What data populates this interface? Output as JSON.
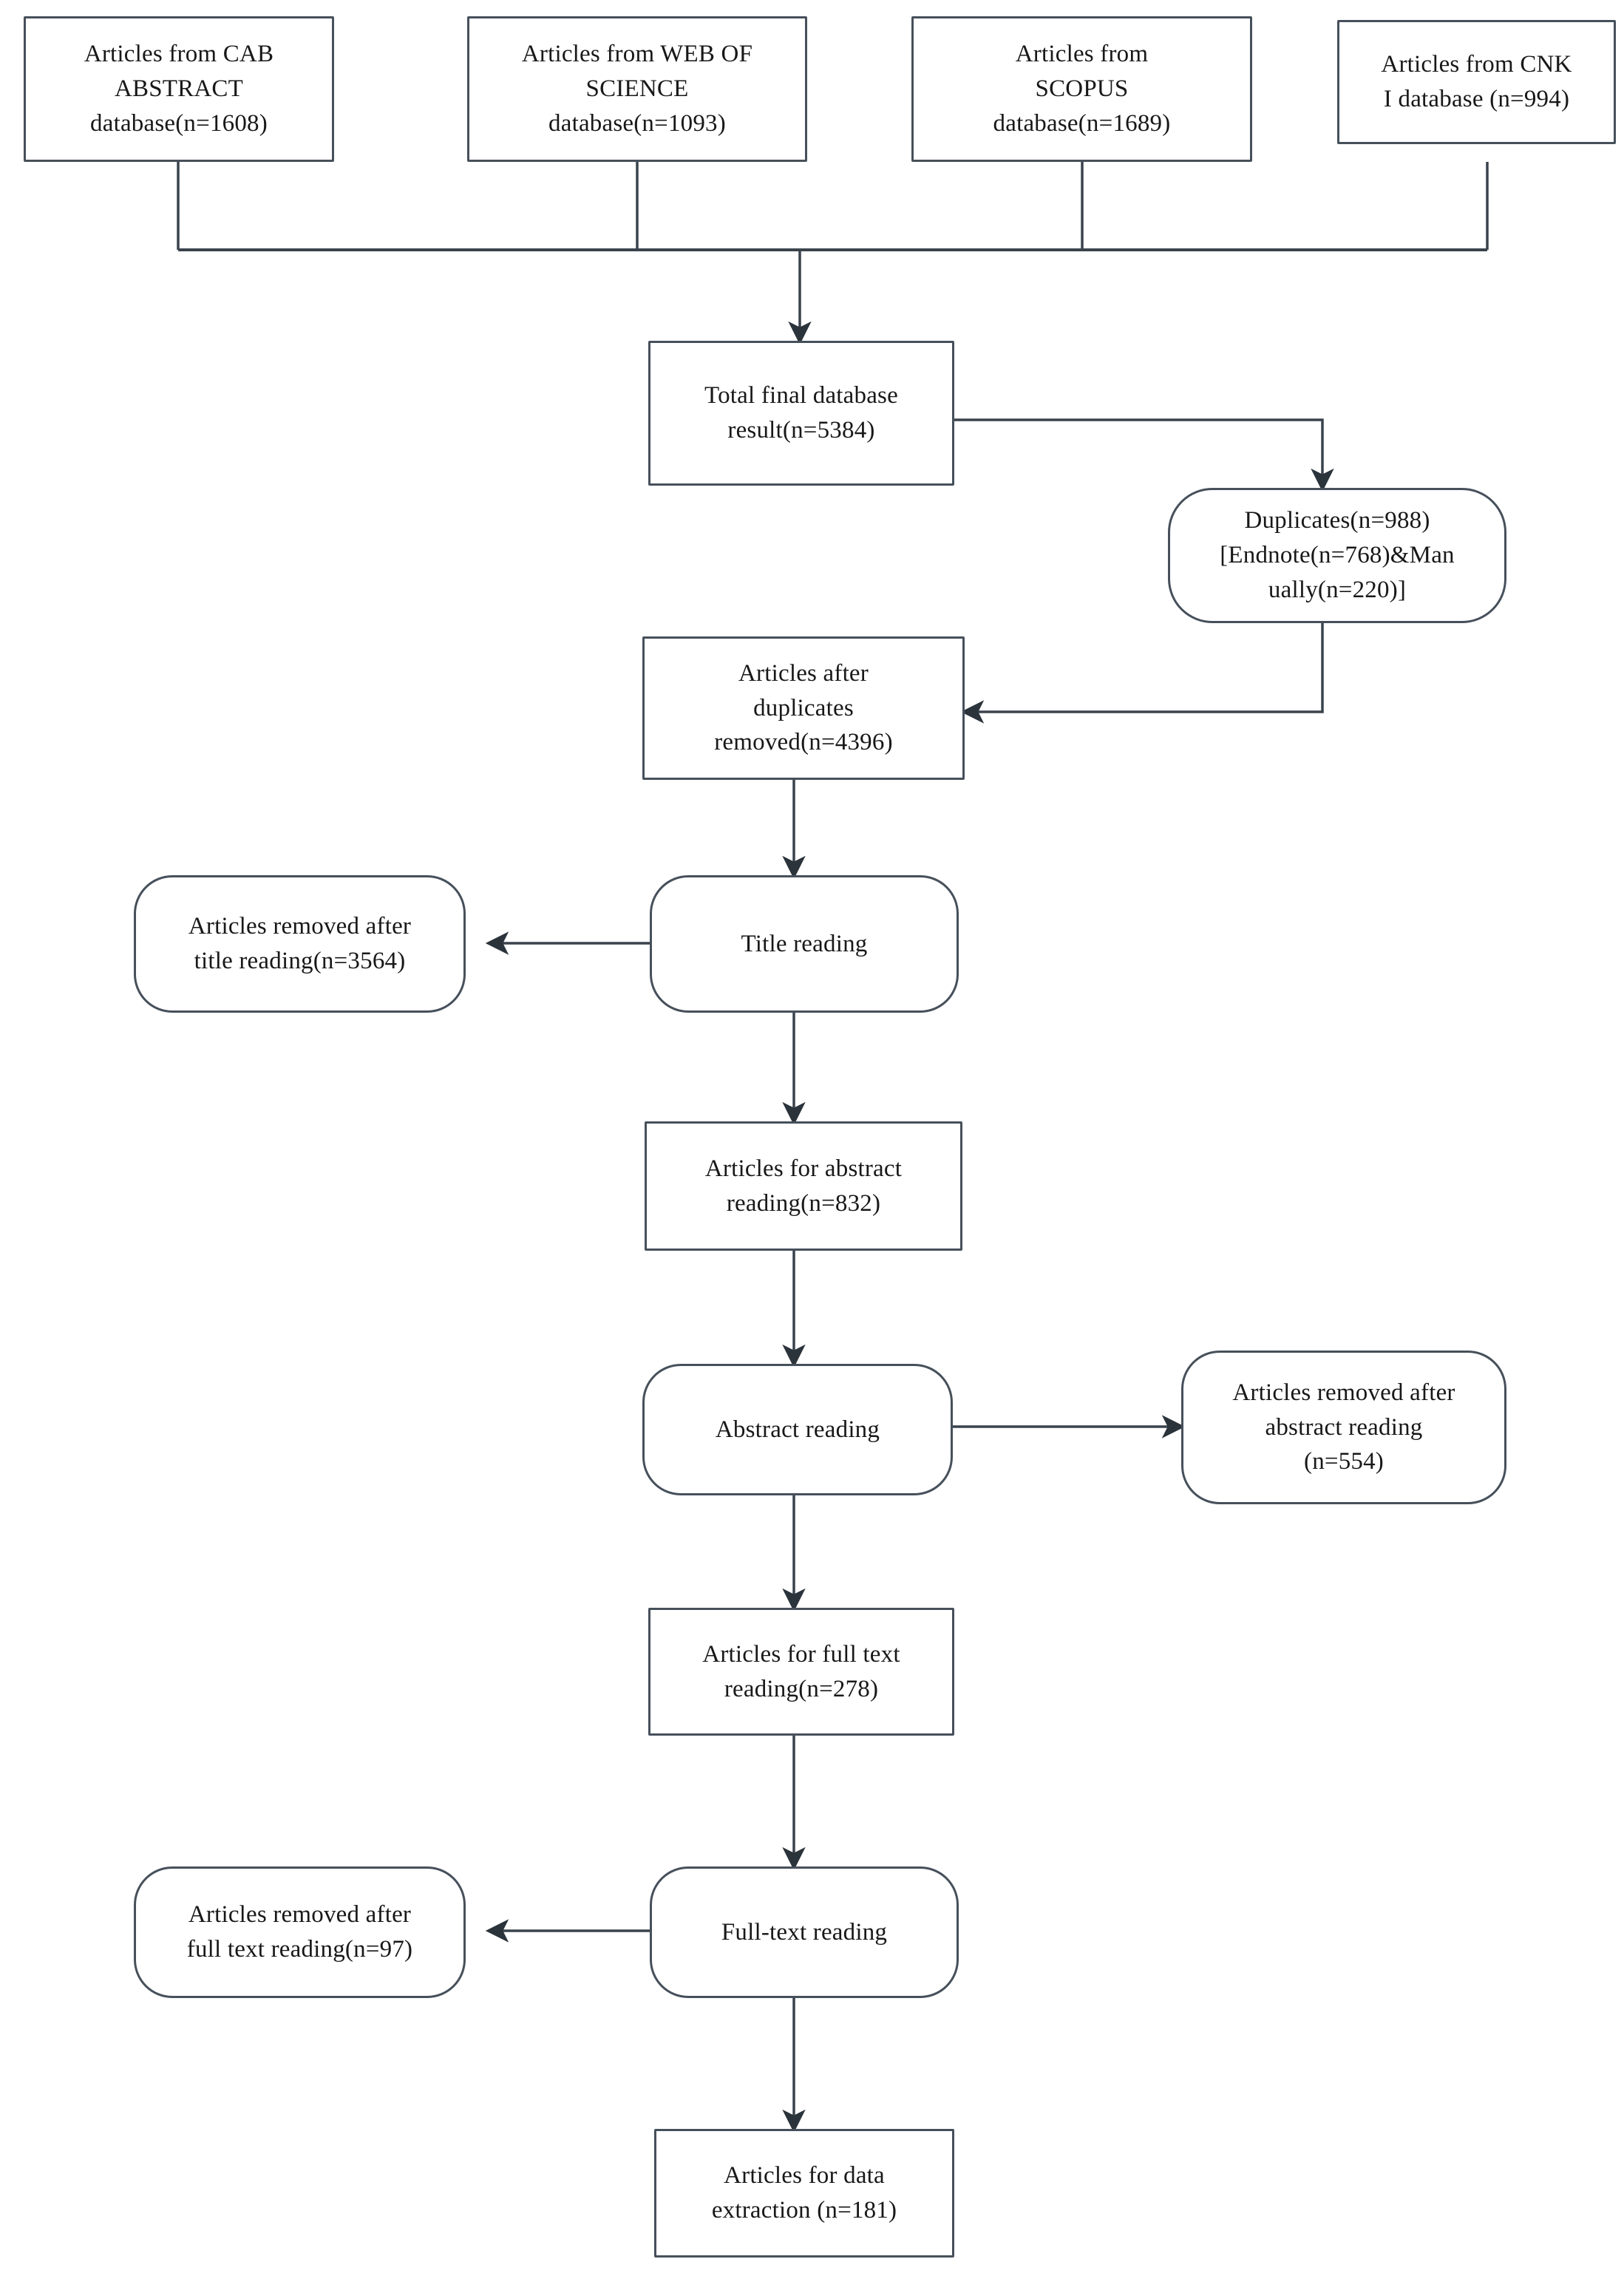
{
  "diagram": {
    "type": "prisma-flowchart",
    "title": "Systematic review literature screening flow",
    "colors": {
      "border": "#46505b",
      "fill": "#ffffff",
      "text": "#181818",
      "connector": "#3a434d"
    }
  },
  "nodes": {
    "source_cab": {
      "label": "Articles from CAB\nABSTRACT\ndatabase(n=1608)",
      "shape": "rect",
      "count": 1608
    },
    "source_wos": {
      "label": "Articles from WEB OF\nSCIENCE\ndatabase(n=1093)",
      "shape": "rect",
      "count": 1093
    },
    "source_scopus": {
      "label": "Articles from\nSCOPUS\ndatabase(n=1689)",
      "shape": "rect",
      "count": 1689
    },
    "source_cnki": {
      "label": "Articles from CNK\nI database (n=994)",
      "shape": "rect",
      "count": 994
    },
    "total_results": {
      "label": "Total final database\nresult(n=5384)",
      "shape": "rect",
      "count": 5384
    },
    "duplicates": {
      "label": "Duplicates(n=988)\n[Endnote(n=768)&Man\nually(n=220)]",
      "shape": "round",
      "count": 988
    },
    "after_duplicates": {
      "label": "Articles after\nduplicates\nremoved(n=4396)",
      "shape": "rect",
      "count": 4396
    },
    "title_reading": {
      "label": "Title reading",
      "shape": "round",
      "count": null
    },
    "removed_title": {
      "label": "Articles removed after\ntitle reading(n=3564)",
      "shape": "round",
      "count": 3564
    },
    "abstract_pool": {
      "label": "Articles for abstract\nreading(n=832)",
      "shape": "rect",
      "count": 832
    },
    "abstract_reading": {
      "label": "Abstract reading",
      "shape": "round",
      "count": null
    },
    "removed_abstract": {
      "label": "Articles removed after\nabstract reading\n(n=554)",
      "shape": "round",
      "count": 554
    },
    "fulltext_pool": {
      "label": "Articles for full text\nreading(n=278)",
      "shape": "rect",
      "count": 278
    },
    "fulltext_reading": {
      "label": "Full-text reading",
      "shape": "round",
      "count": null
    },
    "removed_fulltext": {
      "label": "Articles removed after\nfull text reading(n=97)",
      "shape": "round",
      "count": 97
    },
    "data_extraction": {
      "label": "Articles for data\nextraction (n=181)",
      "shape": "rect",
      "count": 181
    }
  }
}
